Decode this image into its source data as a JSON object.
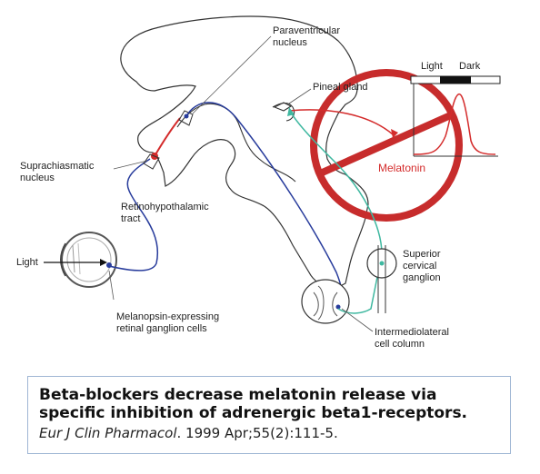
{
  "labels": {
    "paraventricular": [
      "Paraventricular",
      "nucleus"
    ],
    "pineal": "Pineal gland",
    "light_bar": "Light",
    "dark_bar": "Dark",
    "suprachiasmatic": [
      "Suprachiasmatic",
      "nucleus"
    ],
    "retinohypothalamic": [
      "Retinohypothalamic",
      "tract"
    ],
    "light_input": "Light",
    "melatonin": "Melatonin",
    "superior": [
      "Superior",
      "cervical",
      "ganglion"
    ],
    "melanopsin": [
      "Melanopsin-expressing",
      "retinal ganglion cells"
    ],
    "intermediolateral": [
      "Intermediolateral",
      "cell column"
    ]
  },
  "caption": {
    "title": "Beta-blockers decrease melatonin release via specific inhibition of adrenergic beta1-receptors.",
    "journal": "Eur J Clin Pharmacol",
    "details": ". 1999 Apr;55(2):111-5."
  },
  "colors": {
    "blue_tract": "#283c9c",
    "green_pathway": "#3fb8a0",
    "red_output": "#d42b2b",
    "prohibition": "#c72c2c"
  }
}
